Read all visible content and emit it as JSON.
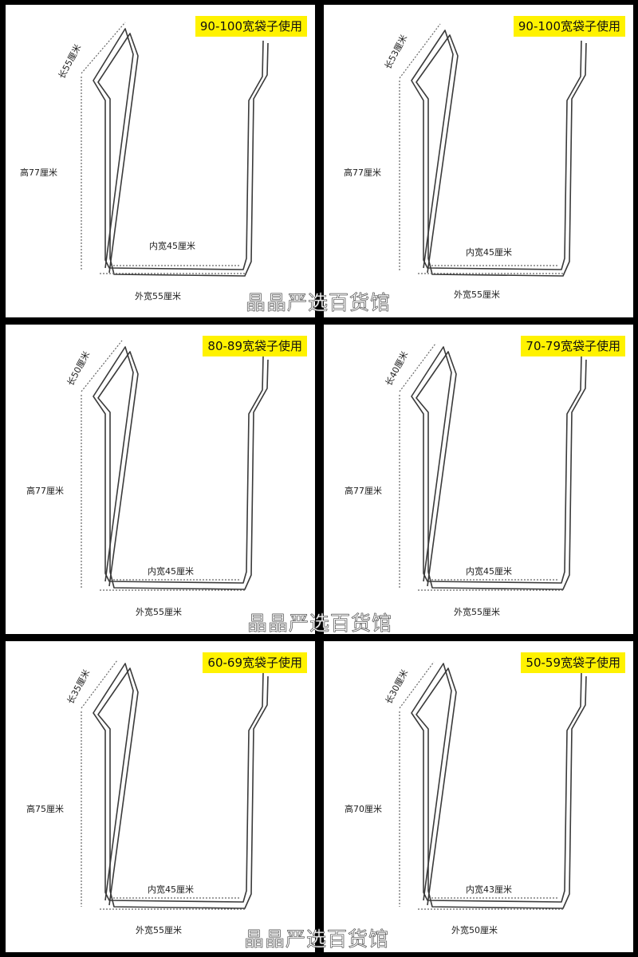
{
  "panels": [
    {
      "tag": "90-100宽袋子使用",
      "length": "长55厘米",
      "height": "高77厘米",
      "inner": "内宽45厘米",
      "outer": "外宽55厘米"
    },
    {
      "tag": "90-100宽袋子使用",
      "length": "长53厘米",
      "height": "高77厘米",
      "inner": "内宽45厘米",
      "outer": "外宽55厘米"
    },
    {
      "tag": "80-89宽袋子使用",
      "length": "长50厘米",
      "height": "高77厘米",
      "inner": "内宽45厘米",
      "outer": "外宽55厘米"
    },
    {
      "tag": "70-79宽袋子使用",
      "length": "长40厘米",
      "height": "高77厘米",
      "inner": "内宽45厘米",
      "outer": "外宽55厘米"
    },
    {
      "tag": "60-69宽袋子使用",
      "length": "长35厘米",
      "height": "高75厘米",
      "inner": "内宽45厘米",
      "outer": "外宽55厘米"
    },
    {
      "tag": "50-59宽袋子使用",
      "length": "长30厘米",
      "height": "高70厘米",
      "inner": "内宽43厘米",
      "outer": "外宽50厘米"
    }
  ],
  "watermark": "晶晶严选百货馆",
  "colors": {
    "tag_bg": "#fff200",
    "background": "#000000",
    "panel": "#ffffff",
    "wire": "#3a3a3a"
  }
}
